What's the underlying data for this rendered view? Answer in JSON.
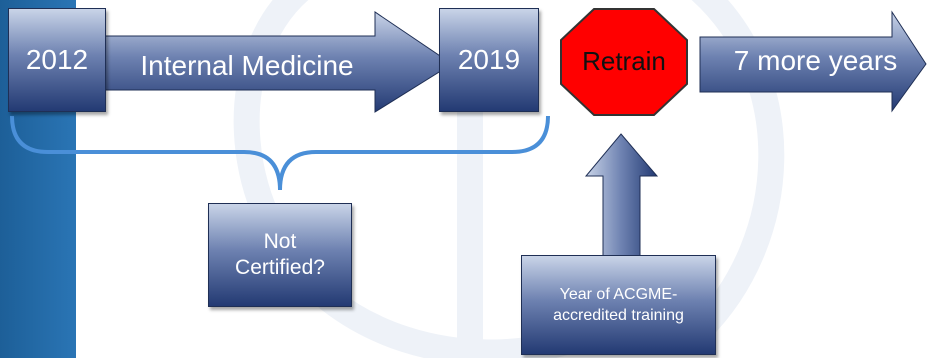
{
  "timeline": {
    "start_year": "2012",
    "specialty": "Internal Medicine",
    "end_year": "2019"
  },
  "stop_sign": {
    "label": "Retrain",
    "color": "#ff0000"
  },
  "outcome": "7 more years",
  "callouts": {
    "not_certified": [
      "Not",
      "Certified?"
    ],
    "training": [
      "Year of ACGME-",
      "accredited training"
    ]
  },
  "colors": {
    "side_band": "#1d5f98",
    "bracket": "#4a8fd8",
    "box_dark": "#233a73",
    "box_light": "#c9d4e8"
  }
}
